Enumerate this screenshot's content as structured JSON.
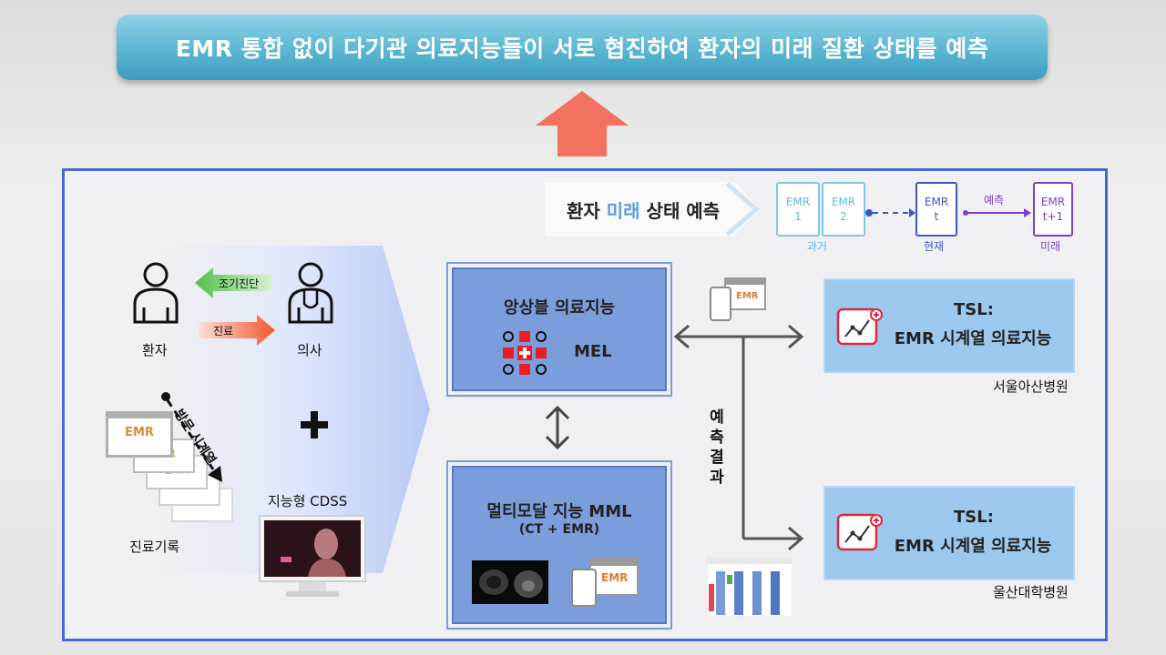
{
  "top_banner": {
    "text": "EMR 통합 없이 다기관 의료지능들이 서로 협진하여 환자의 미래 질환 상태를 예측"
  },
  "prediction": {
    "label_prefix": "환자 ",
    "label_highlight": "미래",
    "label_suffix": " 상태 예측",
    "cards": [
      {
        "line1": "EMR",
        "line2": "1"
      },
      {
        "line1": "EMR",
        "line2": "2"
      },
      {
        "line1": "EMR",
        "line2": "t"
      },
      {
        "line1": "EMR",
        "line2": "t+1"
      }
    ],
    "past_label": "과거",
    "present_label": "현재",
    "future_label": "미래",
    "predict_label": "예측",
    "colors": {
      "past": "#5bb9e8",
      "present": "#3d55c8",
      "future": "#7a3fd0"
    }
  },
  "left_panel": {
    "early_diagnosis": "조기진단",
    "treatment": "진료",
    "patient": "환자",
    "doctor": "의사",
    "visit_timeline": "방문 시계열",
    "emr_label": "EMR",
    "records": "진료기록",
    "cdss": "지능형 CDSS"
  },
  "ensemble_box": {
    "title": "앙상블 의료지능",
    "abbr": "MEL"
  },
  "multimodal_box": {
    "title": "멀티모달 지능 MML",
    "subtitle": "(CT + EMR)",
    "emr_label": "EMR"
  },
  "device_emr_label": "EMR",
  "prediction_result": "예측결과",
  "tsl_boxes": [
    {
      "title": "TSL:",
      "subtitle": "EMR 시계열 의료지능",
      "hospital": "서울아산병원"
    },
    {
      "title": "TSL:",
      "subtitle": "EMR 시계열 의료지능",
      "hospital": "울산대학병원"
    }
  ],
  "colors": {
    "banner": "#5ab6d2",
    "frame": "#4a68d2",
    "up_arrow": "#f2715f",
    "blue_box": "#7b9ddb",
    "tsl_box": "#9cc8ee"
  }
}
